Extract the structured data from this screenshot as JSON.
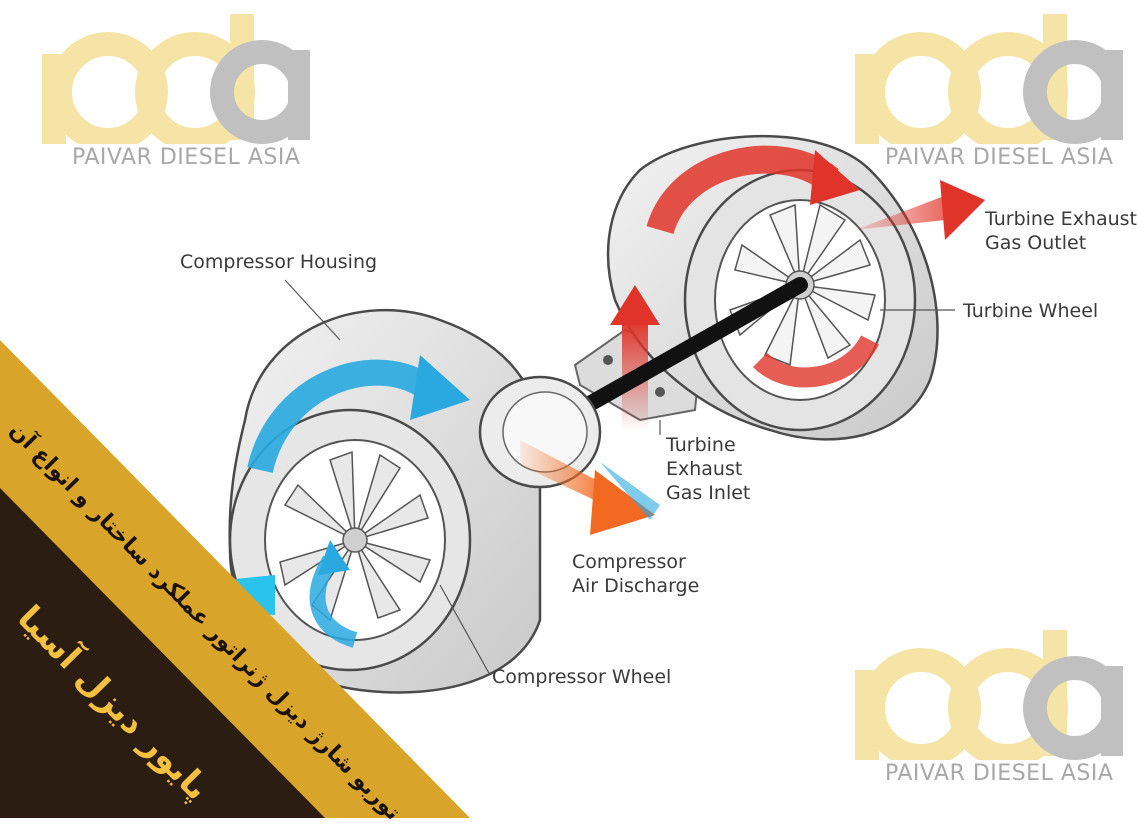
{
  "diagram": {
    "labels": {
      "compressor_housing": "Compressor Housing",
      "turbine_exhaust_gas_outlet": "Turbine Exhaust\nGas Outlet",
      "turbine_wheel": "Turbine Wheel",
      "turbine_exhaust_gas_inlet": "Turbine\nExhaust\nGas Inlet",
      "compressor_air_discharge": "Compressor\nAir Discharge",
      "compressor_wheel": "Compressor Wheel"
    }
  },
  "watermarks": {
    "logo_letters": "pda",
    "logo_text": "PAIVAR DIESEL ASIA"
  },
  "banner": {
    "title": "توربو شارژ دیزل ژنراتور عملکرد ساختار و انواع آن",
    "brand": "پایور دیزل آسیا"
  },
  "colors": {
    "compressor_flow": "#29a9e0",
    "turbine_flow": "#e0342a",
    "discharge": "#f26a21",
    "banner_gold": "#d9a42a",
    "banner_dark": "#2b1d12",
    "logo_yellow": "#f6e3a2",
    "logo_gray": "#bdbdbd"
  }
}
